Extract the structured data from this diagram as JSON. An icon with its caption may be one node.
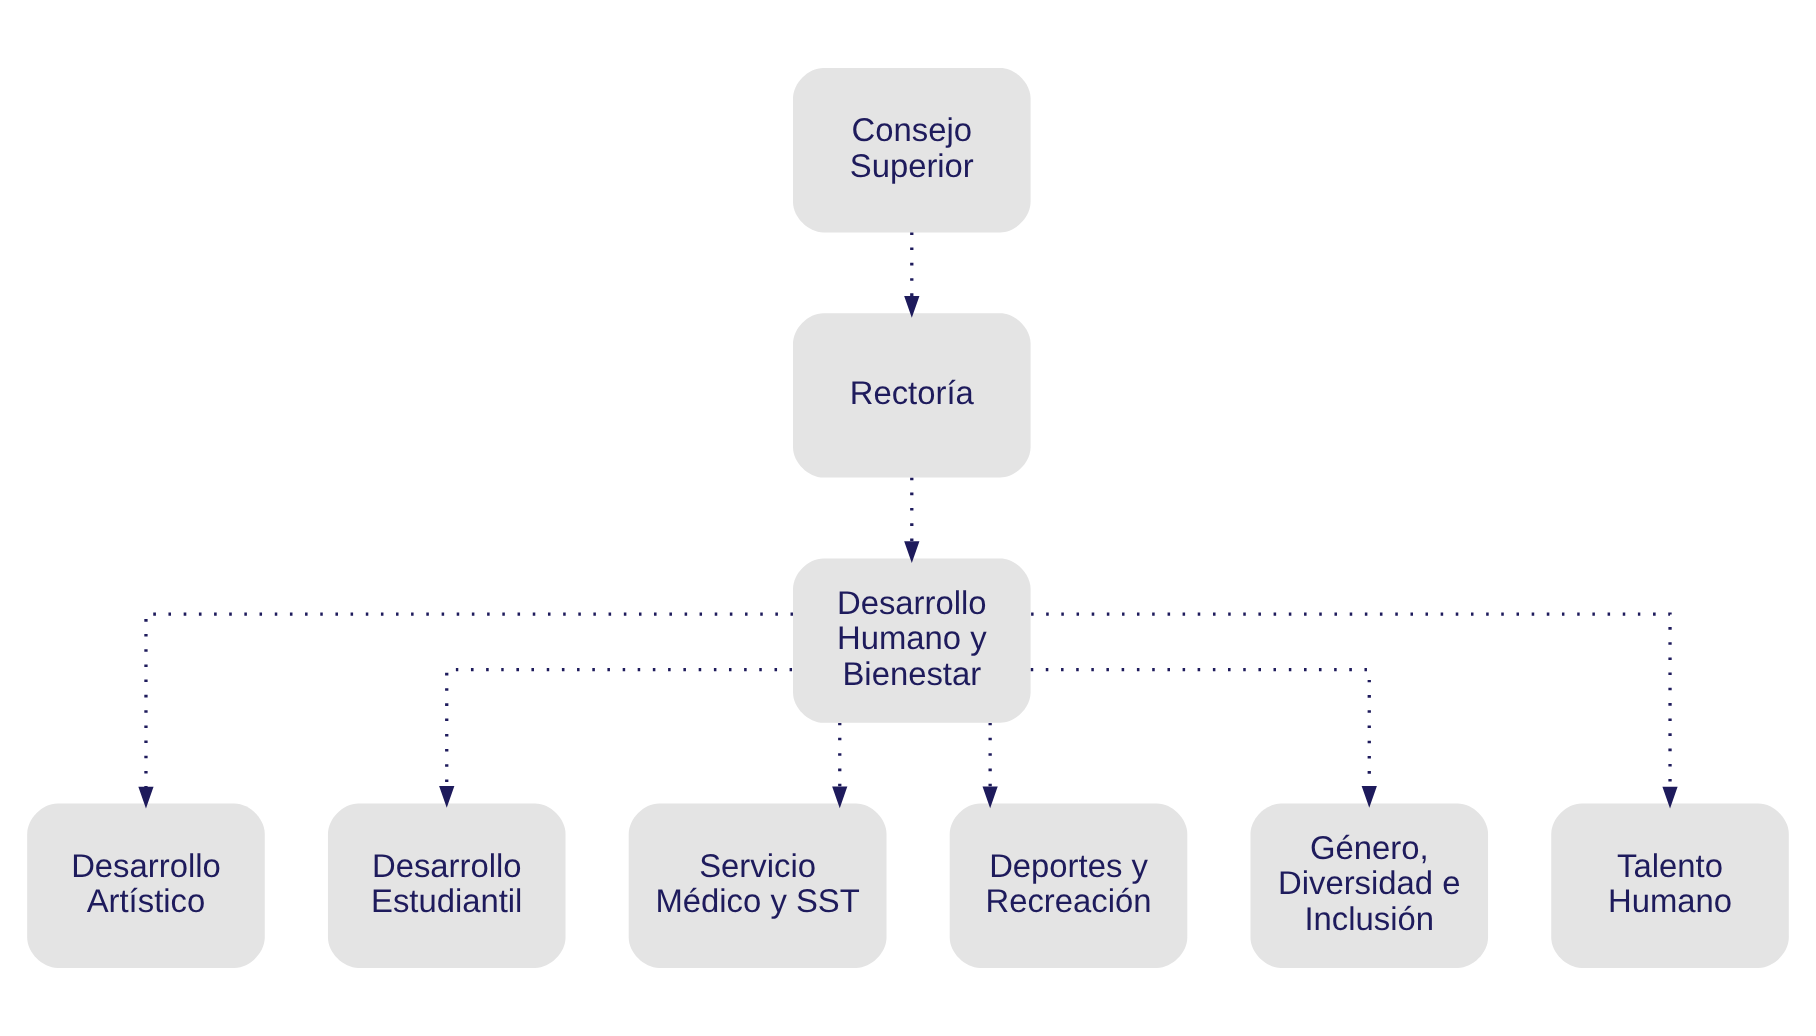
{
  "diagram": {
    "nodes": [
      {
        "text": [
          "Consejo Superior"
        ]
      },
      {
        "text": [
          "Rectoría"
        ]
      },
      {
        "text": [
          "Desarrollo Humano y Bienestar"
        ]
      },
      {
        "text": [
          "Desarrollo Artístico"
        ]
      },
      {
        "text": [
          "Desarrollo Estudiantil"
        ]
      },
      {
        "text": [
          "Servicio Médico y SST"
        ]
      },
      {
        "text": [
          "Deportes y Recreación"
        ]
      },
      {
        "text": [
          "Género, Diversidad e Inclusión"
        ]
      },
      {
        "text": [
          "Talento Humano"
        ]
      }
    ],
    "edges": [
      {
        "from": 0,
        "to": 1,
        "arrow": "to",
        "style": "dashed"
      },
      {
        "from": 1,
        "to": 2,
        "arrow": "to",
        "style": "dashed"
      },
      {
        "from": 2,
        "to": 3,
        "arrow": "to",
        "style": "dashed"
      },
      {
        "from": 2,
        "to": 4,
        "arrow": "to",
        "style": "dashed"
      },
      {
        "from": 2,
        "to": 5,
        "arrow": "to",
        "style": "dashed"
      },
      {
        "from": 2,
        "to": 6,
        "arrow": "to",
        "style": "dashed"
      },
      {
        "from": 2,
        "to": 7,
        "arrow": "to",
        "style": "dashed"
      },
      {
        "from": 2,
        "to": 8,
        "arrow": "to",
        "style": "dashed"
      }
    ]
  }
}
